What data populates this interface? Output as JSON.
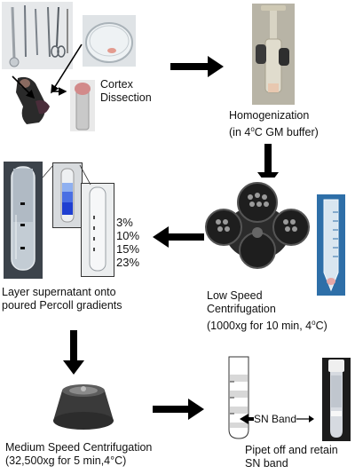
{
  "steps": {
    "cortex": {
      "line1": "Cortex",
      "line2": "Dissection"
    },
    "homogenization": {
      "line1": "Homogenization",
      "line2_pre": "(in 4",
      "line2_sup": "o",
      "line2_post": "C GM buffer)"
    },
    "low_speed": {
      "line1": "Low Speed",
      "line2": "Centrifugation",
      "line3_pre": "(1000xg for 10 min, 4",
      "line3_sup": "o",
      "line3_post": "C)"
    },
    "layer": {
      "line1": "Layer supernatant onto",
      "line2": "poured Percoll gradients"
    },
    "medium_speed": {
      "line1": "Medium Speed Centrifugation",
      "line2": "(32,500xg for 5 min,4°C)"
    },
    "pipet": {
      "line1": "Pipet off and retain",
      "line2": "SN band"
    }
  },
  "gradient_levels": [
    "3%",
    "10%",
    "15%",
    "23%"
  ],
  "sn_band_label": "SN Band",
  "colors": {
    "arrow": "#000000",
    "blue_gradient": "#1f3fd1",
    "rotor": "#2b2b2b"
  }
}
